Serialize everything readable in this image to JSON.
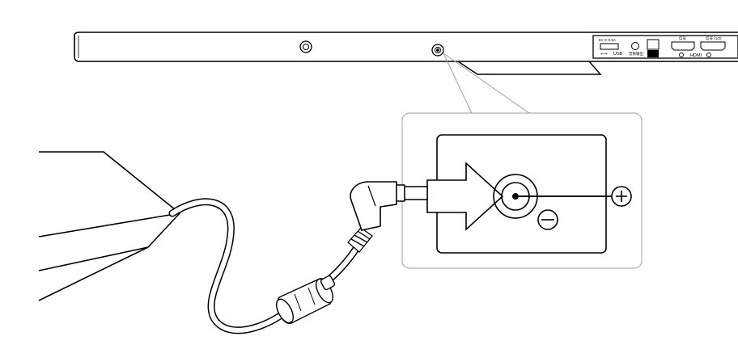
{
  "diagram": {
    "ports": {
      "usb_label": "USB",
      "hdmi_label": "HDMI",
      "usb_top_label": "5V ⎓ 0.5A",
      "audio_label": "音频输出",
      "hdmi1_top_label": "信号",
      "hdmi2_top_label": "信号 (1/2)"
    },
    "polarity": {
      "center_pin_sign": "+",
      "sleeve_sign": "−"
    },
    "colors": {
      "stroke": "#000000",
      "callout_border": "#b0b0b0",
      "background": "#ffffff"
    },
    "icons": [
      "power-jack-icon",
      "dc-plug-icon",
      "arrow-icon",
      "plus-icon",
      "minus-icon",
      "ferrite-core-icon",
      "power-adapter-icon"
    ]
  }
}
